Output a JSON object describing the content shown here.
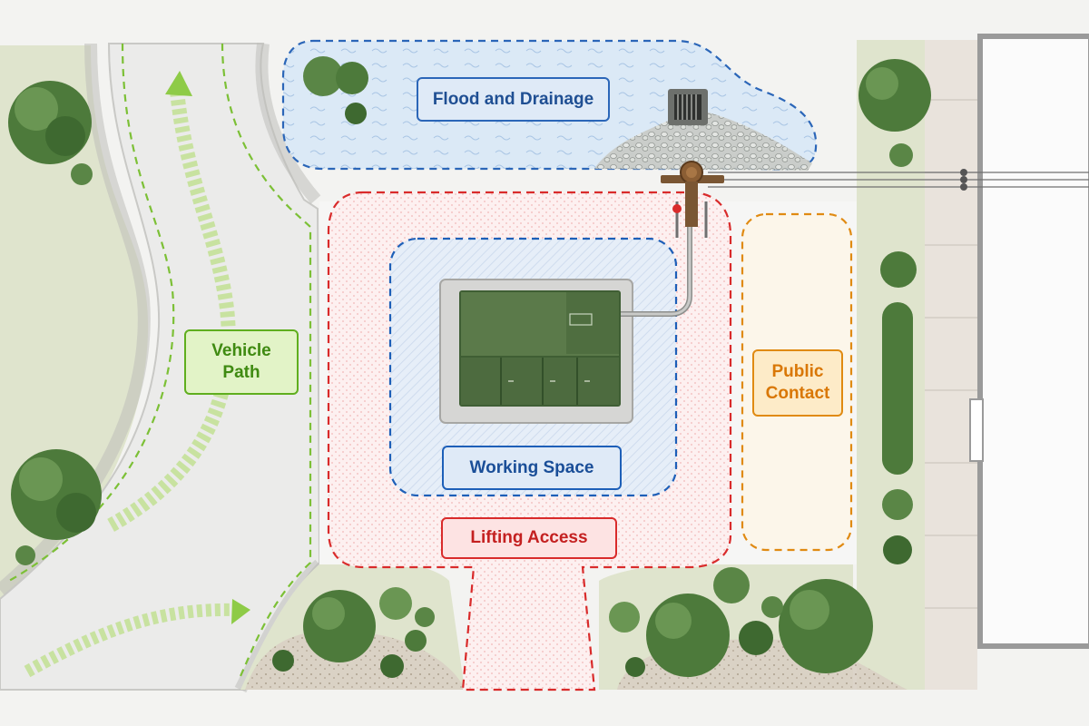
{
  "colors": {
    "vehicle_path": "#5fae1e",
    "lifting_access": "#d92b2b",
    "working_space": "#1d5fb8",
    "flood_drainage": "#2b66b8",
    "public_contact": "#e08a12",
    "transformer": "#5b7a4a",
    "grass": "#d9dfc6",
    "pavement": "#ececea",
    "tree": "#4d7a3b"
  },
  "zones": {
    "flood_drainage": "Flood and Drainage",
    "working_space": "Working Space",
    "lifting_access": "Lifting Access",
    "vehicle_path": "Vehicle\nPath",
    "public_contact": "Public\nContact"
  },
  "icons": {
    "equipment": "pad-mounted-transformer-icon",
    "pole": "utility-pole-icon",
    "drain": "storm-drain-icon",
    "conduit": "conduit-icon",
    "plants": "tree-icon"
  }
}
